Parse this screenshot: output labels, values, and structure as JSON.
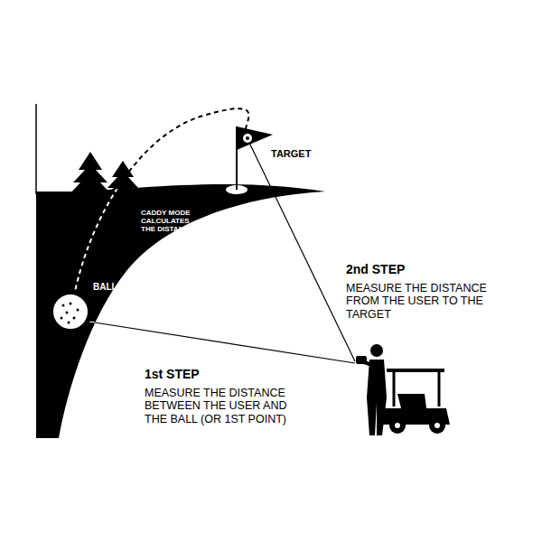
{
  "diagram": {
    "labels": [
      "TARGET",
      "CADDY MODE CALCULATES THE DISTANCE",
      "BALL",
      "2nd STEP",
      "MEASURE THE DISTANCE FROM THE USER TO THE TARGET",
      "1st STEP",
      "MEASURE THE DISTANCE BETWEEN THE USER AND THE BALL (OR 1ST POINT)"
    ]
  }
}
